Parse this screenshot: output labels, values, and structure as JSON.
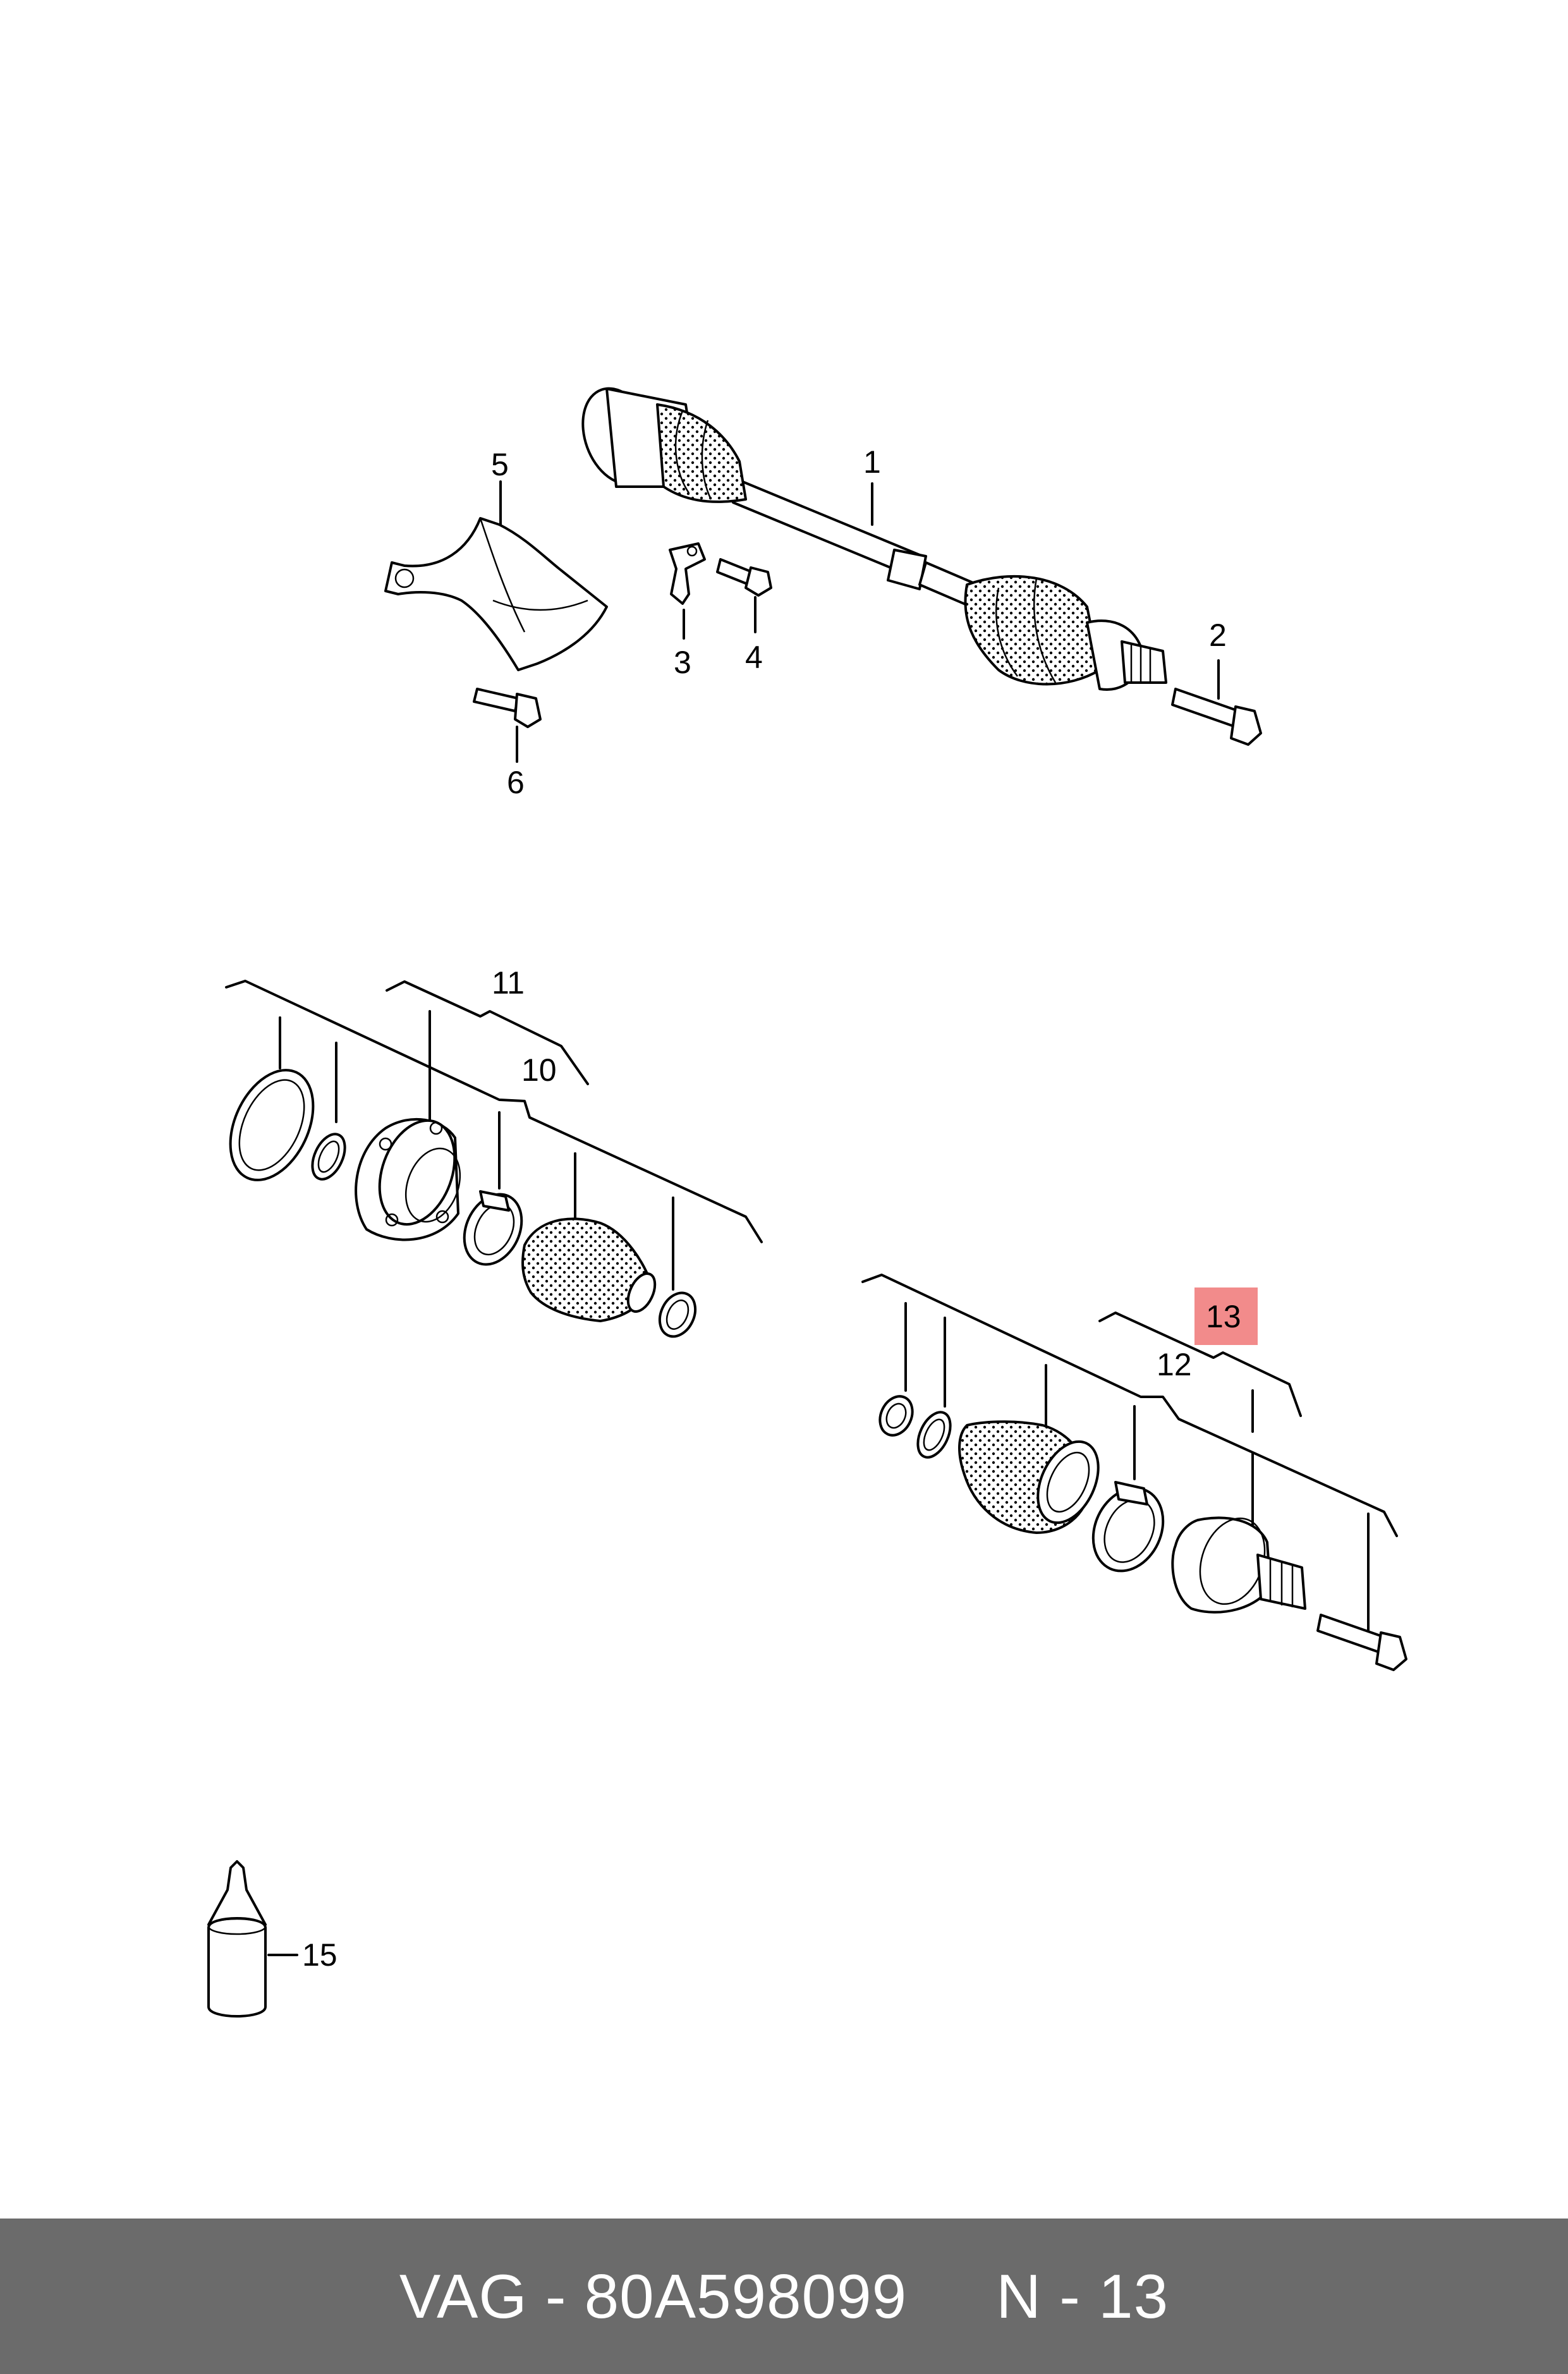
{
  "diagram": {
    "callouts": {
      "c1": "1",
      "c2": "2",
      "c3": "3",
      "c4": "4",
      "c5": "5",
      "c6": "6",
      "c10": "10",
      "c11": "11",
      "c12": "12",
      "c13": "13",
      "c15": "15"
    },
    "highlight_color": "#f28b8b"
  },
  "footer": {
    "text": "VAG - 80A598099     N - 13",
    "background": "#6b6b6b"
  }
}
